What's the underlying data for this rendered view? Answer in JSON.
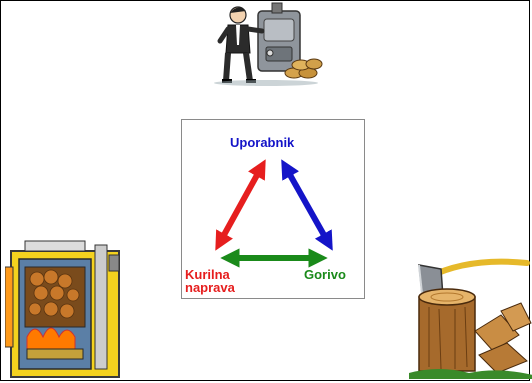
{
  "diagram": {
    "top_label": "Uporabnik",
    "left_label_line1": "Kurilna",
    "left_label_line2": "naprava",
    "right_label": "Gorivo",
    "colors": {
      "user": "#1414c8",
      "device": "#e61e1e",
      "fuel": "#1a8a1a"
    }
  },
  "illustrations": {
    "top": "man-at-wood-stove-illustration",
    "left": "boiler-cutaway-illustration",
    "right": "axe-in-chopping-block-illustration"
  }
}
